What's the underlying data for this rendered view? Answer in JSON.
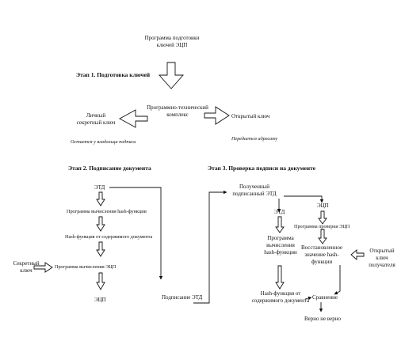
{
  "program": "Программа подготовки ключей ЭЦП",
  "stage1": {
    "title": "Этап 1. Подготовка ключей",
    "complex": "Программно-технический комплекс",
    "private_key": "Личный секретный ключ",
    "private_key_note": "Остается у владельца подписи",
    "public_key": "Открытый ключ",
    "public_key_note": "Передается адресату"
  },
  "stage2": {
    "title": "Этап 2. Подписание документа",
    "etd": "ЭТД",
    "hash_program": "Программа вычисления hash-функции",
    "hash_of_doc": "Hash-функция от содержимого документа",
    "secret_key": "Секретный ключ",
    "sign_program": "Программа вычисления ЭЦП",
    "signature": "ЭЦП",
    "signing": "Подписание ЭТД"
  },
  "stage3": {
    "title": "Этап 3. Проверка подписи на документе",
    "received": "Полученный подписанный ЭТД",
    "etd": "ЭТД",
    "eds": "ЭЦП",
    "hash_program": "Программа вычисления hash-функции",
    "check_program": "Программа проверки ЭЦП",
    "restored": "Восстановленное значение hash-функции",
    "public_key": "Открытый ключ получателя",
    "hash_of_doc": "Hash-функция от содержимого документа",
    "compare": "Сравнение",
    "result": "Верно не верно"
  }
}
